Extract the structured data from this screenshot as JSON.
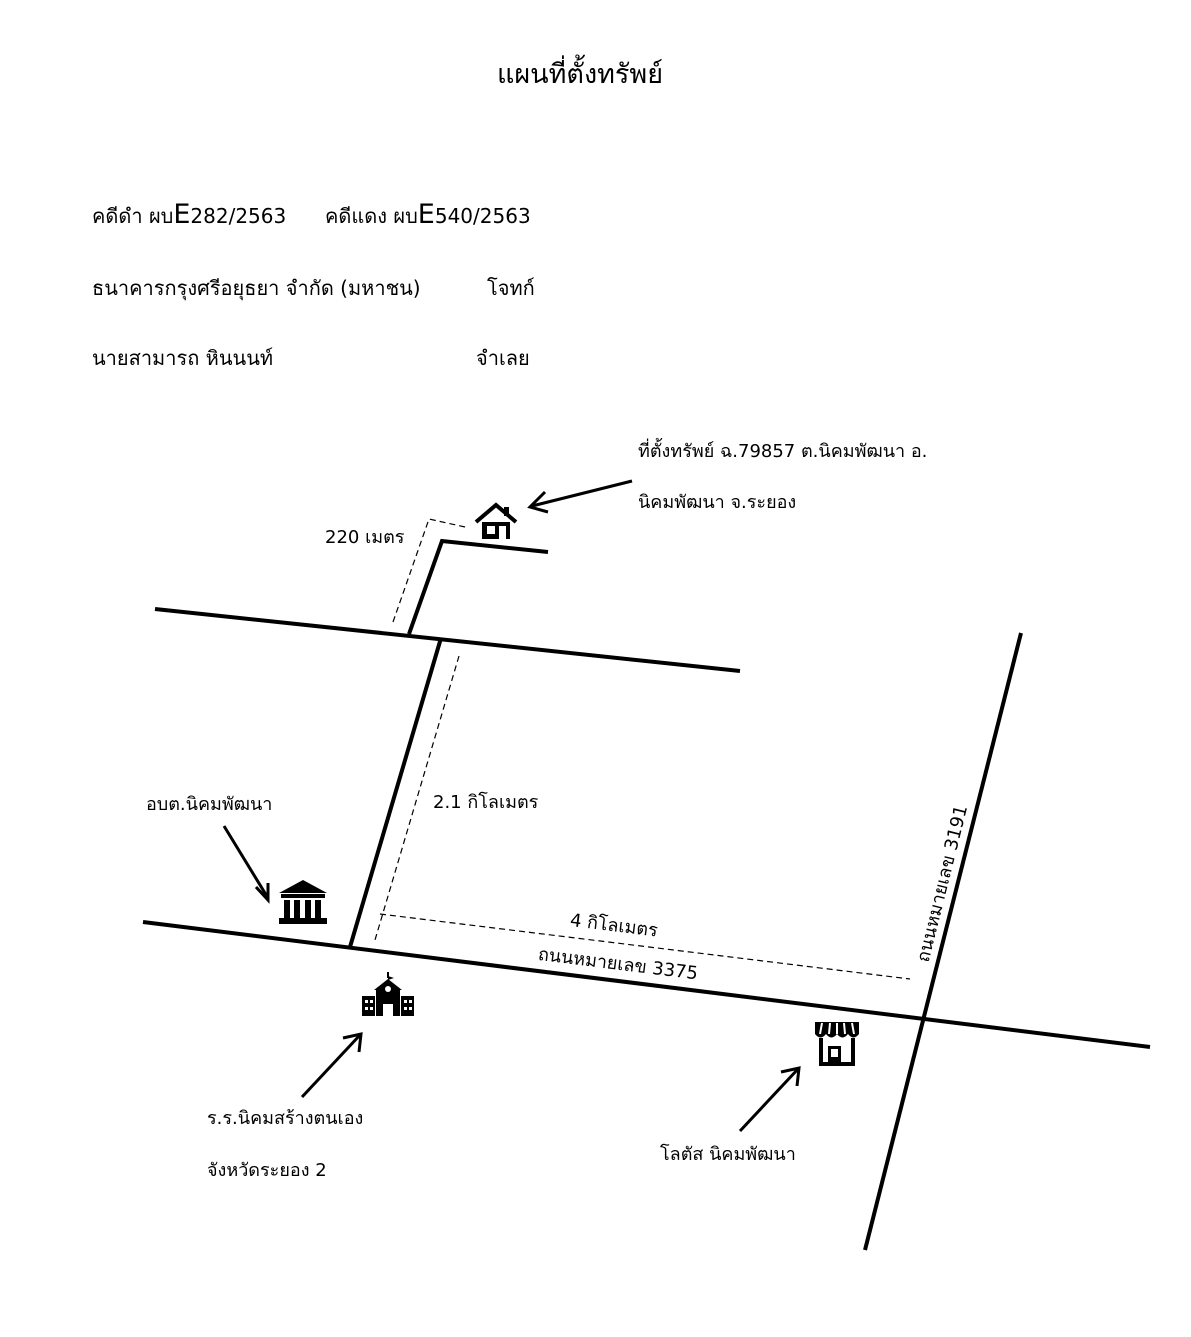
{
  "title": "แผนที่ตั้งทรัพย์",
  "case": {
    "black_prefix": "คดีดำ ผบ",
    "black_letter": "E",
    "black_num": "282/2563",
    "red_prefix": "คดีแดง ผบ",
    "red_letter": "E",
    "red_num": "540/2563"
  },
  "parties": {
    "plaintiff_name": "ธนาคารกรุงศรีอยุธยา จำกัด (มหาชน)",
    "plaintiff_role": "โจทก์",
    "defendant_name": "นายสามารถ  หินนนท์",
    "defendant_role": "จำเลย"
  },
  "labels": {
    "property_line1": "ที่ตั้งทรัพย์ ฉ.79857 ต.นิคมพัฒนา อ.",
    "property_line2": "นิคมพัฒนา จ.ระยอง",
    "dist_220": "220 เมตร",
    "dist_2_1": "2.1 กิโลเมตร",
    "dist_4": "4 กิโลเมตร",
    "road_3375": "ถนนหมายเลข 3375",
    "road_3191": "ถนนหมายเลข 3191",
    "obt": "อบต.นิคมพัฒนา",
    "school_line1": "ร.ร.นิคมสร้างตนเอง",
    "school_line2": "จังหวัดระยอง 2",
    "lotus": "โลตัส นิคมพัฒนา"
  },
  "icons": [
    "house-icon",
    "government-building-icon",
    "school-icon",
    "store-icon"
  ]
}
